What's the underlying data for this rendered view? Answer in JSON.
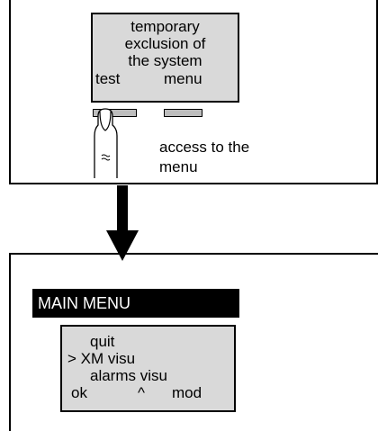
{
  "top_display": {
    "lines": [
      "temporary",
      "exclusion of",
      "the system"
    ],
    "left_key_label": "test",
    "right_key_label": "menu"
  },
  "caption": {
    "line1": "access to the",
    "line2": "menu"
  },
  "main_menu": {
    "title": "MAIN MENU",
    "items": [
      "quit",
      "> XM visu",
      "alarms visu"
    ],
    "footer": {
      "ok": "ok",
      "up": "^",
      "mod": "mod"
    }
  },
  "colors": {
    "lcd_background": "#d9d9d9",
    "key_color": "#bdbdbd",
    "title_background": "#000000",
    "title_text": "#ffffff"
  },
  "icons": {
    "finger": "finger-press-icon",
    "arrow": "arrow-down-icon"
  }
}
